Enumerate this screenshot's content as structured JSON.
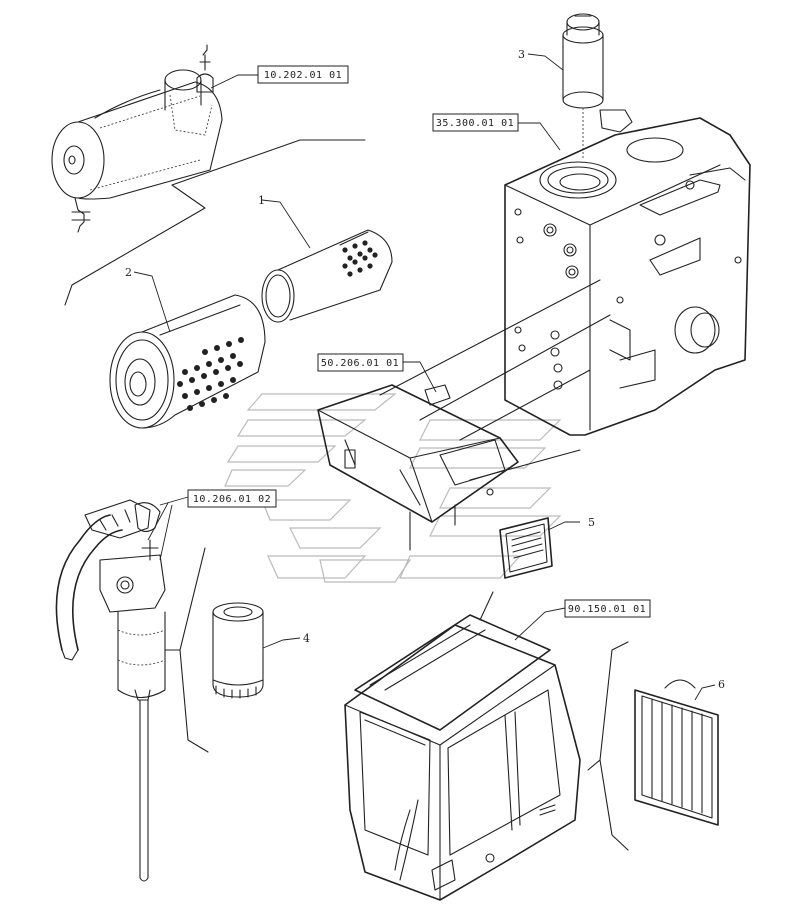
{
  "references": {
    "air_intake": "10.202.01 01",
    "hydraulic_tank": "35.300.01 01",
    "control_box": "50.206.01 01",
    "fuel_filter": "10.206.01 02",
    "cab": "90.150.01 01"
  },
  "item_numbers": {
    "inner_air_filter": "1",
    "outer_air_filter": "2",
    "hydraulic_filter": "3",
    "fuel_filter_cartridge": "4",
    "cab_filter_recirc": "5",
    "cab_filter_fresh": "6"
  }
}
